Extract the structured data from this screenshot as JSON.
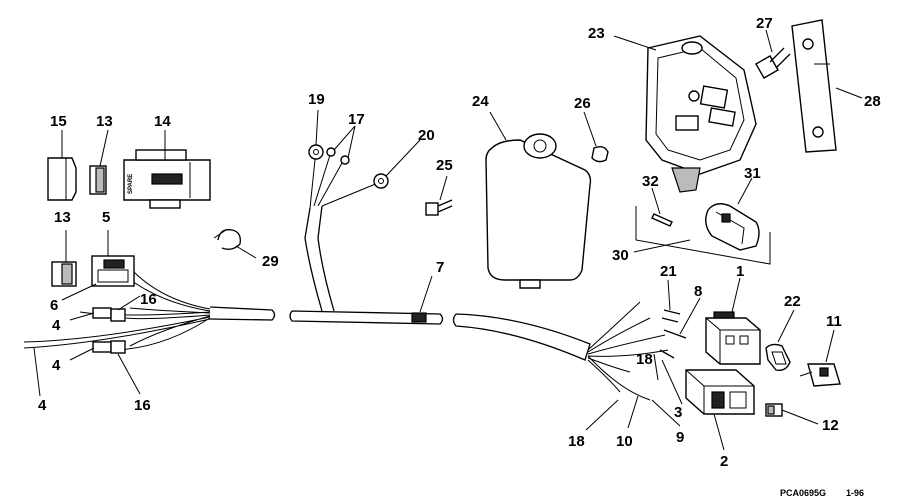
{
  "diagram": {
    "callouts": {
      "c1": "1",
      "c2": "2",
      "c3": "3",
      "c4a": "4",
      "c4b": "4",
      "c4c": "4",
      "c5": "5",
      "c6": "6",
      "c7": "7",
      "c8": "8",
      "c9": "9",
      "c10": "10",
      "c11": "11",
      "c12": "12",
      "c13a": "13",
      "c13b": "13",
      "c14": "14",
      "c15": "15",
      "c16a": "16",
      "c16b": "16",
      "c17": "17",
      "c18a": "18",
      "c18b": "18",
      "c19": "19",
      "c20": "20",
      "c21": "21",
      "c22": "22",
      "c23": "23",
      "c24": "24",
      "c25": "25",
      "c26": "26",
      "c27": "27",
      "c28": "28",
      "c29": "29",
      "c30": "30",
      "c31": "31",
      "c32": "32"
    },
    "fuse_holder_label": "SPARE",
    "footer": {
      "code": "PCA0695G",
      "date": "1-96"
    }
  }
}
